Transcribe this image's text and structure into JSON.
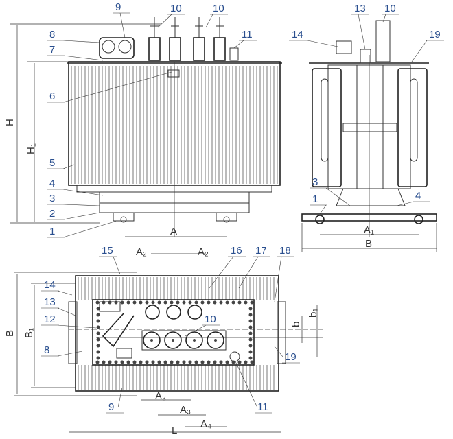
{
  "front_view": {
    "callouts": [
      "9",
      "10",
      "10",
      "11",
      "8",
      "7",
      "6",
      "5",
      "4",
      "3",
      "2",
      "1"
    ],
    "dims": {
      "H": "H",
      "H1": "H₁",
      "A": "A"
    }
  },
  "side_view": {
    "callouts": [
      "13",
      "10",
      "14",
      "19",
      "3",
      "4",
      "1"
    ],
    "dims": {
      "A1": "A₁",
      "B": "B"
    }
  },
  "top_view": {
    "callouts": [
      "15",
      "16",
      "17",
      "18",
      "14",
      "13",
      "12",
      "8",
      "10",
      "19",
      "9",
      "11"
    ],
    "dims": {
      "A2a": "A₂",
      "A2b": "A₂",
      "A3a": "A₃",
      "A3b": "A₃",
      "A4": "A₄",
      "L": "L",
      "B": "B",
      "B1": "B₁",
      "b": "b",
      "b1": "b₁"
    }
  },
  "colors": {
    "callout": "#2a4f8f",
    "line": "#333333"
  }
}
